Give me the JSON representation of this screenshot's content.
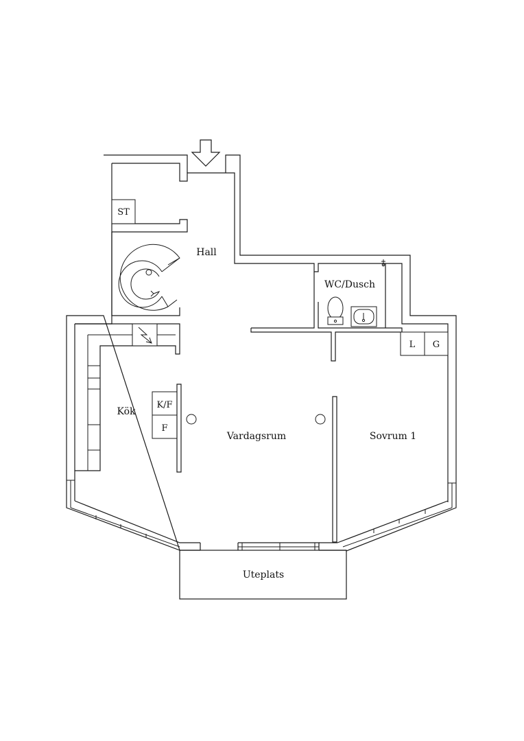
{
  "rooms": {
    "hall": "Hall",
    "wc": "WC/Dusch",
    "kok": "Kök",
    "vardagsrum": "Vardagsrum",
    "sovrum": "Sovrum 1",
    "uteplats": "Uteplats"
  },
  "fixtures": {
    "st": "ST",
    "kf": "K/F",
    "f": "F",
    "l": "L",
    "g": "G"
  },
  "icons": {
    "entry": "entry-arrow-icon",
    "stair": "spiral-staircase-icon",
    "fireplace": "chimney-icon",
    "toilet": "toilet-icon",
    "sink": "sink-icon",
    "shower": "shower-head-icon"
  }
}
